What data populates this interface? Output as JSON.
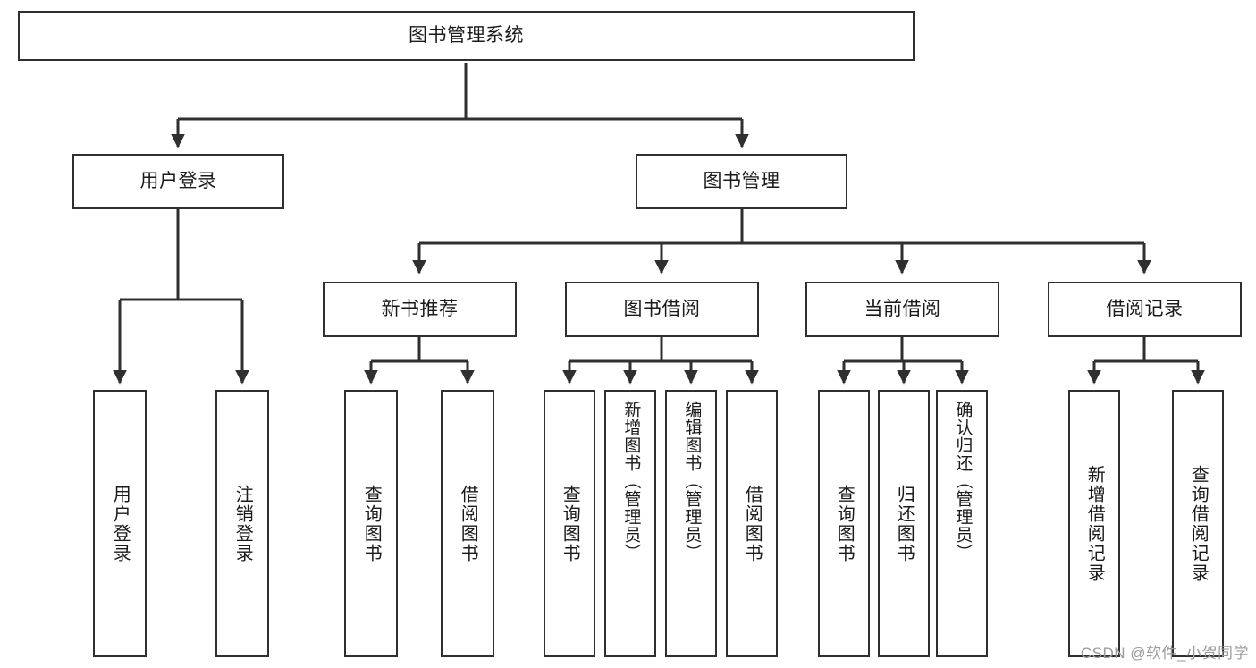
{
  "diagram": {
    "title": "图书管理系统",
    "type": "tree-hierarchy-chart",
    "stroke_color": "#2f2f2f",
    "background_color": "#ffffff",
    "text_color": "#1a1a1a"
  },
  "nodes": {
    "root": {
      "label": "图书管理系统"
    },
    "level2": [
      {
        "id": "user-login",
        "label": "用户登录"
      },
      {
        "id": "book-manage",
        "label": "图书管理"
      }
    ],
    "level3": [
      {
        "id": "new-book-recommend",
        "label": "新书推荐"
      },
      {
        "id": "book-borrow",
        "label": "图书借阅"
      },
      {
        "id": "current-borrow",
        "label": "当前借阅"
      },
      {
        "id": "borrow-record",
        "label": "借阅记录"
      }
    ],
    "leaves": {
      "user_login": [
        {
          "id": "leaf-user-login",
          "label": "用户登录"
        },
        {
          "id": "leaf-logout-login",
          "label": "注销登录"
        }
      ],
      "new_book_recommend": [
        {
          "id": "leaf-query-book-1",
          "label": "查询图书"
        },
        {
          "id": "leaf-borrow-book-1",
          "label": "借阅图书"
        }
      ],
      "book_borrow": [
        {
          "id": "leaf-query-book-2",
          "label": "查询图书"
        },
        {
          "id": "leaf-add-book",
          "label": "新增图书（管理员）"
        },
        {
          "id": "leaf-edit-book",
          "label": "编辑图书（管理员）"
        },
        {
          "id": "leaf-borrow-book-2",
          "label": "借阅图书"
        }
      ],
      "current_borrow": [
        {
          "id": "leaf-query-book-3",
          "label": "查询图书"
        },
        {
          "id": "leaf-return-book",
          "label": "归还图书"
        },
        {
          "id": "leaf-confirm-return",
          "label": "确认归还（管理员）"
        }
      ],
      "borrow_record": [
        {
          "id": "leaf-add-record",
          "label": "新增借阅记录"
        },
        {
          "id": "leaf-query-record",
          "label": "查询借阅记录"
        }
      ]
    }
  },
  "watermark": {
    "text": "CSDN @软件_小贺同学"
  }
}
